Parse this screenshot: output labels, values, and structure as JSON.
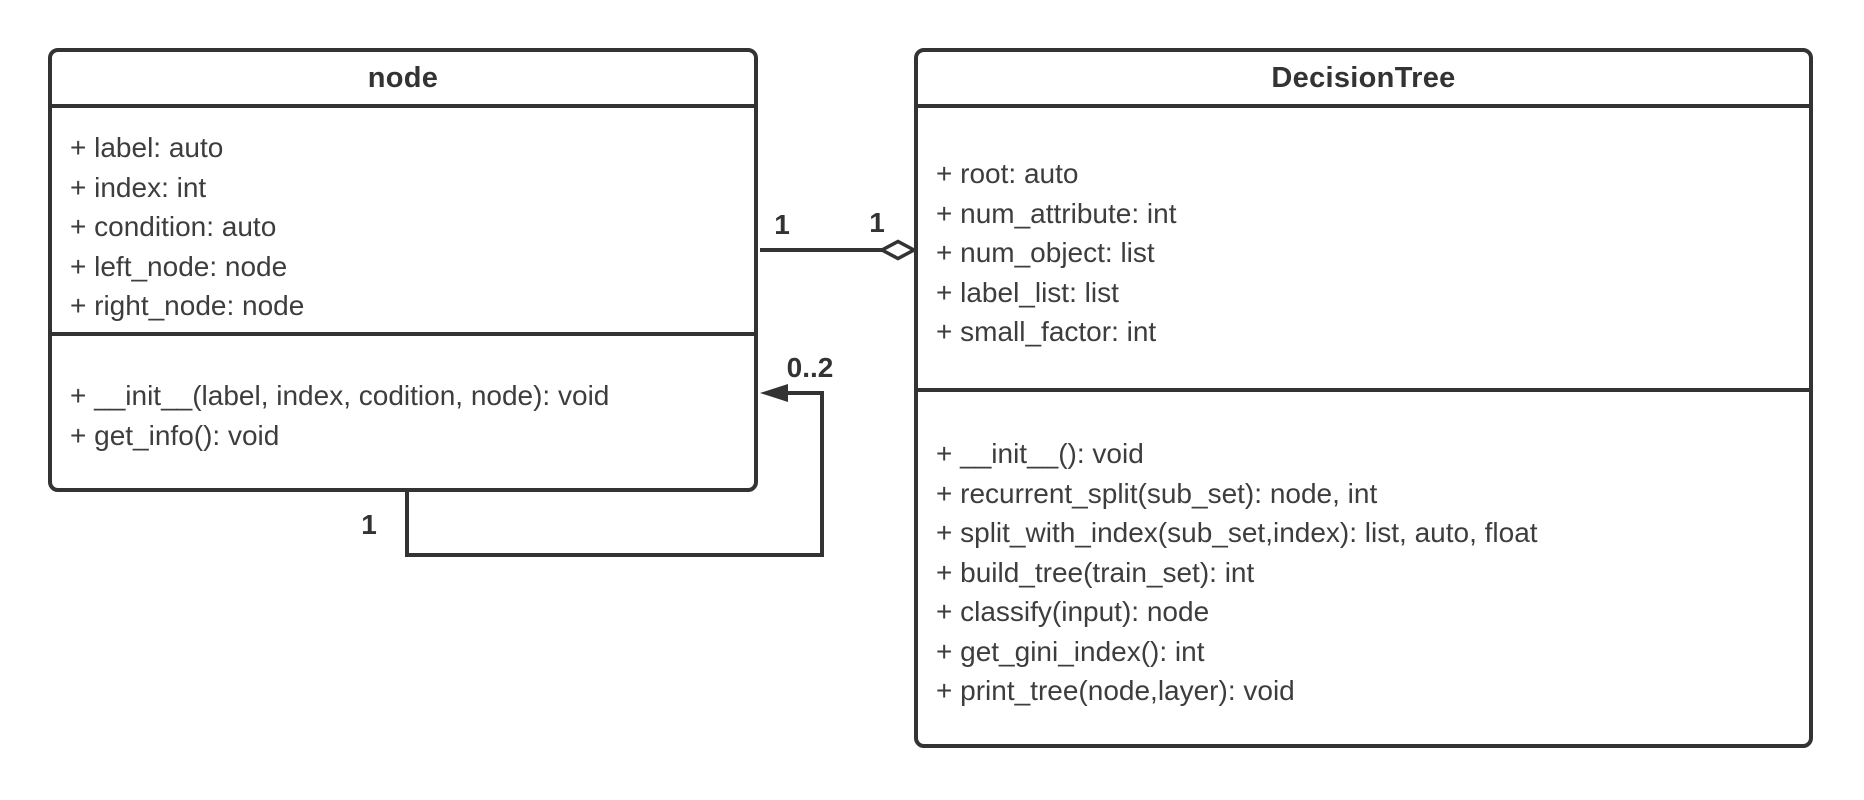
{
  "colors": {
    "stroke": "#333333",
    "text": "#3d3d3d",
    "background": "#ffffff"
  },
  "classes": [
    {
      "name": "node",
      "attributes": [
        "+ label: auto",
        "+ index: int",
        "+ condition: auto",
        "+ left_node: node",
        "+ right_node: node"
      ],
      "methods": [
        "+ __init__(label, index, codition, node): void",
        "+ get_info(): void"
      ]
    },
    {
      "name": "DecisionTree",
      "attributes": [
        "+ root: auto",
        "+ num_attribute: int",
        "+ num_object: list",
        "+ label_list: list",
        "+ small_factor: int"
      ],
      "methods": [
        "+ __init__(): void",
        "+ recurrent_split(sub_set): node, int",
        "+ split_with_index(sub_set,index): list, auto, float",
        "+ build_tree(train_set): int",
        "+ classify(input): node",
        "+ get_gini_index(): int",
        "+ print_tree(node,layer): void"
      ]
    }
  ],
  "relationships": {
    "aggregation": {
      "from": "node",
      "to": "DecisionTree",
      "from_multiplicity": "1",
      "to_multiplicity": "1"
    },
    "self_association": {
      "from": "node",
      "to": "node",
      "source_multiplicity": "1",
      "target_multiplicity": "0..2"
    }
  }
}
